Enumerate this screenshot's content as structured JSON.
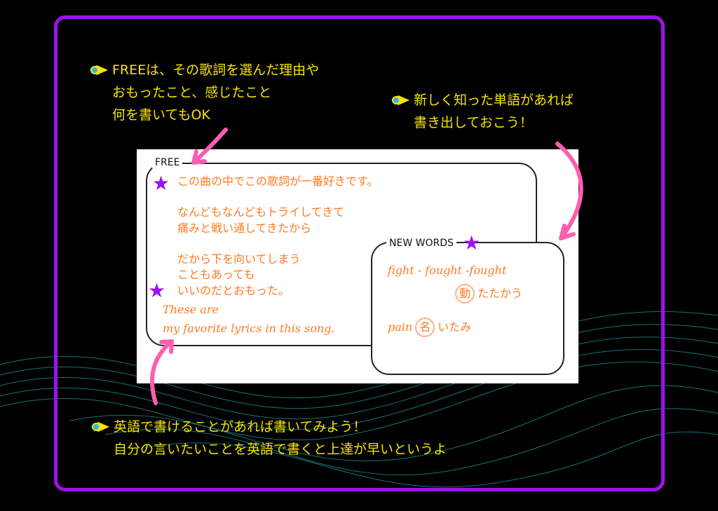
{
  "callouts": [
    {
      "lines": [
        "FREEは、その歌詞を選んだ理由や",
        "おもったこと、感じたこと",
        "何を書いてもOK"
      ]
    },
    {
      "lines": [
        "新しく知った単語があれば",
        "書き出しておこう！"
      ]
    },
    {
      "lines": [
        "英語で書けることがあれば書いてみよう！",
        "自分の言いたいことを英語で書くと上達が早いというよ"
      ]
    }
  ],
  "free": {
    "label": "FREE",
    "lines": [
      "この曲の中でこの歌詞が一番好きです。",
      "なんどもなんどもトライしてきて",
      "痛みと戦い通してきたから",
      "だから下を向いてしまう",
      "こともあっても",
      "いいのだとおもった。"
    ],
    "english": [
      "These are",
      "my favorite lyrics in this song."
    ]
  },
  "new_words": {
    "label": "NEW WORDS",
    "entries": [
      {
        "word": "fight - fought -fought",
        "pos": "動",
        "meaning": "たたかう"
      },
      {
        "word": "pain",
        "pos": "名",
        "meaning": "いたみ"
      }
    ]
  },
  "colors": {
    "frame": "#a010f0",
    "callout_text": "#f7e300",
    "handwriting": "#ff7a1f",
    "arrow": "#ff5db1",
    "star": "#a010f0"
  }
}
